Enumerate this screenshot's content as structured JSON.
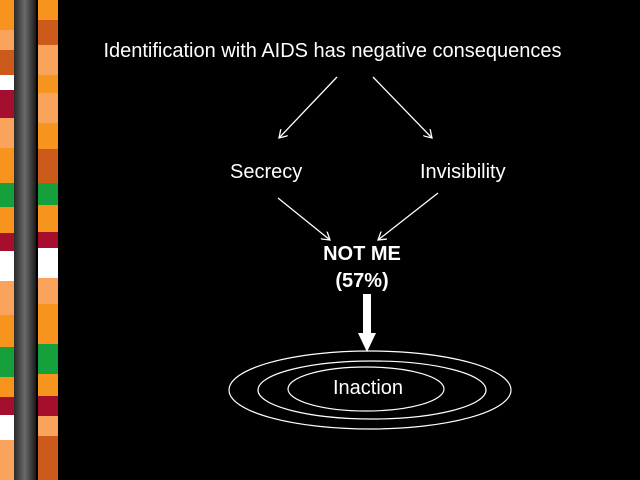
{
  "slide": {
    "title": "Identification with AIDS has negative consequences",
    "left_branch": "Secrecy",
    "right_branch": "Invisibility",
    "merge_label": "NOT ME",
    "merge_value": "(57%)",
    "outcome": "Inaction"
  },
  "colors": {
    "background": "#000000",
    "foreground": "#ffffff",
    "stripe_orange": "#f7941d",
    "stripe_peach": "#f9a35c",
    "stripe_red": "#a50f2d",
    "stripe_green": "#16a03c",
    "stripe_white": "#ffffff",
    "stripe_rust": "#cc5a1a"
  }
}
